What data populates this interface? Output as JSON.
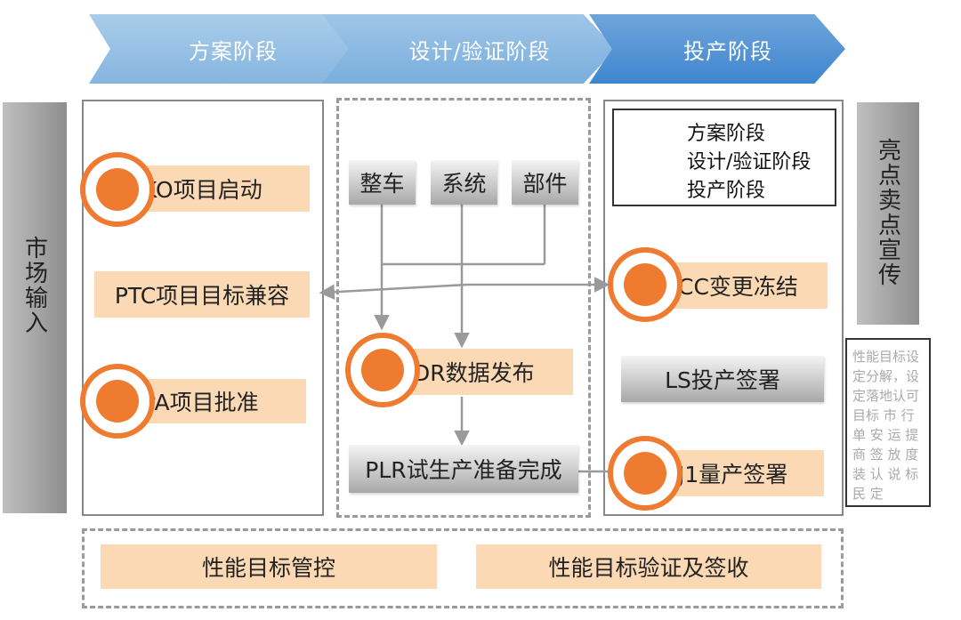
{
  "phases": [
    "方案阶段",
    "设计/验证阶段",
    "投产阶段"
  ],
  "side_left": "市场输入",
  "side_right": "亮点卖点宣传",
  "col1": {
    "ko": "KO项目启动",
    "ptc": "PTC项目目标兼容",
    "pa": "PA项目批准"
  },
  "col2": {
    "vehicle": "整车",
    "system": "系统",
    "part": "部件",
    "dr": "DR数据发布",
    "plr": "PLR试生产准备完成"
  },
  "col3": {
    "cc": "CC变更冻结",
    "ls": "LS投产签署",
    "j1": "J1量产签署"
  },
  "legend": {
    "item1": "方案阶段",
    "item2": "设计/验证阶段",
    "item3": "投产阶段"
  },
  "note_text": "性能目标设定分解，设定落地认可目标 市 行 单 安 运 提 商 签 放 度 装 认 说 标 民 定",
  "bottom": {
    "left": "性能目标管控",
    "right": "性能目标验证及签收"
  },
  "colors": {
    "orange": "#ee7b2f",
    "orange_bar": "#fbd9b4",
    "arrow_blue": "#2f7fd1",
    "line_gray": "#9a9a9a"
  }
}
